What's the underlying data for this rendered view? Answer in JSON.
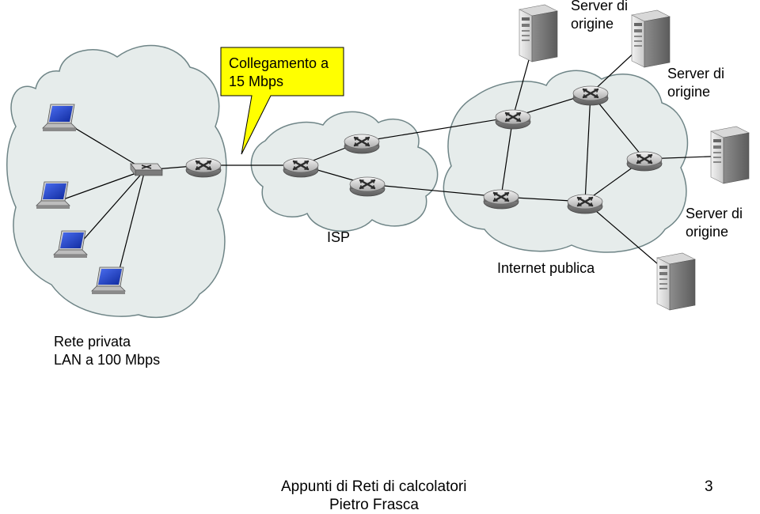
{
  "callout": {
    "text": "Collegamento a\n15 Mbps"
  },
  "labels": {
    "isp": "ISP",
    "internet": "Internet publica",
    "lan": "Rete privata\nLAN a 100 Mbps",
    "server_top": "Server di\norigine",
    "server_right_top": "Server di\norigine",
    "server_right_mid": "Server di\norigine"
  },
  "footer": {
    "line1": "Appunti di Reti di calcolatori",
    "line2": "Pietro Frasca",
    "page_number": "3"
  },
  "colors": {
    "cloud_fill": "#e6eceb",
    "cloud_stroke": "#6f8587",
    "callout_fill": "#ffff00",
    "link": "#000000",
    "laptop_screen": "#1f3fc7"
  }
}
